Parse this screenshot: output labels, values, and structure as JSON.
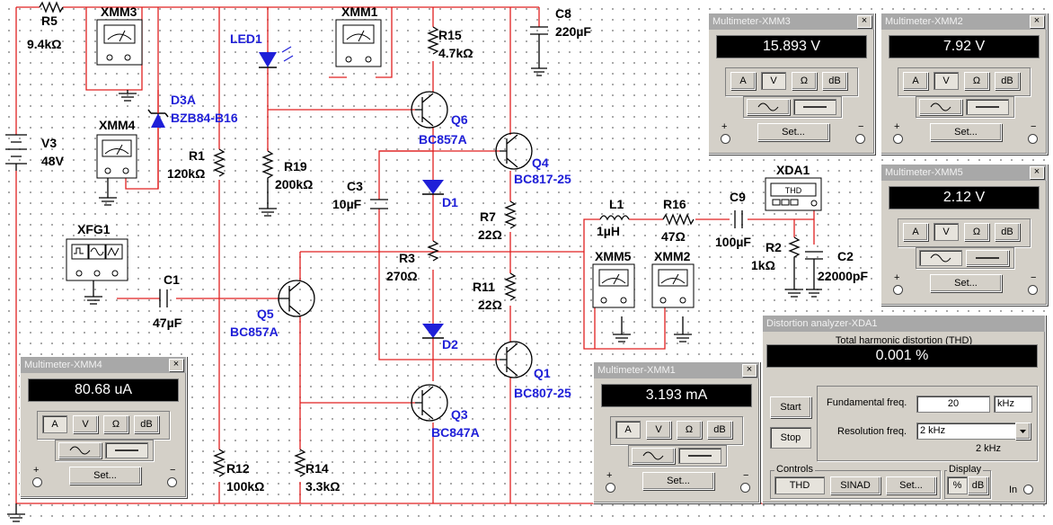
{
  "colors": {
    "wire": "#e02020",
    "label": "#1f1fd8",
    "wire_dark": "#000000"
  },
  "components": {
    "R5": {
      "name": "R5",
      "value": "9.4kΩ"
    },
    "XMM3": "XMM3",
    "XMM1": "XMM1",
    "XMM4": "XMM4",
    "XMM5": "XMM5",
    "XMM2": "XMM2",
    "C8": {
      "name": "C8",
      "value": "220µF"
    },
    "R15": {
      "name": "R15",
      "value": "4.7kΩ"
    },
    "LED1": "LED1",
    "D3A": {
      "name": "D3A",
      "value": "BZB84-B16"
    },
    "V3": {
      "name": "V3",
      "value": "48V"
    },
    "R1": {
      "name": "R1",
      "value": "120kΩ"
    },
    "R19": {
      "name": "R19",
      "value": "200kΩ"
    },
    "Q6": {
      "name": "Q6",
      "value": "BC857A"
    },
    "Q4": {
      "name": "Q4",
      "value": "BC817-25"
    },
    "C3": {
      "name": "C3",
      "value": "10µF"
    },
    "D1": "D1",
    "R7": {
      "name": "R7",
      "value": "22Ω"
    },
    "L1": {
      "name": "L1",
      "value": "1µH"
    },
    "R16": {
      "name": "R16",
      "value": "47Ω"
    },
    "C9": {
      "name": "C9",
      "value": "100µF"
    },
    "XDA1": "XDA1",
    "R2": {
      "name": "R2",
      "value": "1kΩ"
    },
    "C2": {
      "name": "C2",
      "value": "22000pF"
    },
    "XFG1": "XFG1",
    "R3": {
      "name": "R3",
      "value": "270Ω"
    },
    "C1": {
      "name": "C1",
      "value": "47µF"
    },
    "Q5": {
      "name": "Q5",
      "value": "BC857A"
    },
    "R11": {
      "name": "R11",
      "value": "22Ω"
    },
    "D2": "D2",
    "Q1": {
      "name": "Q1",
      "value": "BC807-25"
    },
    "Q3": {
      "name": "Q3",
      "value": "BC847A"
    },
    "R12": {
      "name": "R12",
      "value": "100kΩ"
    },
    "R14": {
      "name": "R14",
      "value": "3.3kΩ"
    },
    "XDA_icon_text": "THD"
  },
  "multimeters": {
    "xmm3": {
      "title": "Multimeter-XMM3",
      "reading": "15.893 V",
      "active": "V",
      "wave": "dc"
    },
    "xmm2": {
      "title": "Multimeter-XMM2",
      "reading": "7.92 V",
      "active": "V",
      "wave": "dc"
    },
    "xmm5": {
      "title": "Multimeter-XMM5",
      "reading": "2.12 V",
      "active": "V",
      "wave": "ac"
    },
    "xmm4": {
      "title": "Multimeter-XMM4",
      "reading": "80.68 uA",
      "active": "A",
      "wave": "dc"
    },
    "xmm1": {
      "title": "Multimeter-XMM1",
      "reading": "3.193 mA",
      "active": "A",
      "wave": "dc"
    }
  },
  "mm_buttons": {
    "A": "A",
    "V": "V",
    "ohm": "Ω",
    "dB": "dB",
    "set": "Set...",
    "plus": "+",
    "minus": "−",
    "close": "×"
  },
  "distortion": {
    "title": "Distortion analyzer-XDA1",
    "header": "Total harmonic distortion (THD)",
    "reading": "0.001 %",
    "start": "Start",
    "stop": "Stop",
    "fund_label": "Fundamental freq.",
    "fund_value": "20",
    "fund_unit": "kHz",
    "res_label": "Resolution freq.",
    "res_value": "2 kHz",
    "res_readout": "2 kHz",
    "controls_label": "Controls",
    "display_label": "Display",
    "thd_btn": "THD",
    "sinad_btn": "SINAD",
    "set_btn": "Set...",
    "pct_btn": "%",
    "db_btn": "dB",
    "in_label": "In"
  }
}
